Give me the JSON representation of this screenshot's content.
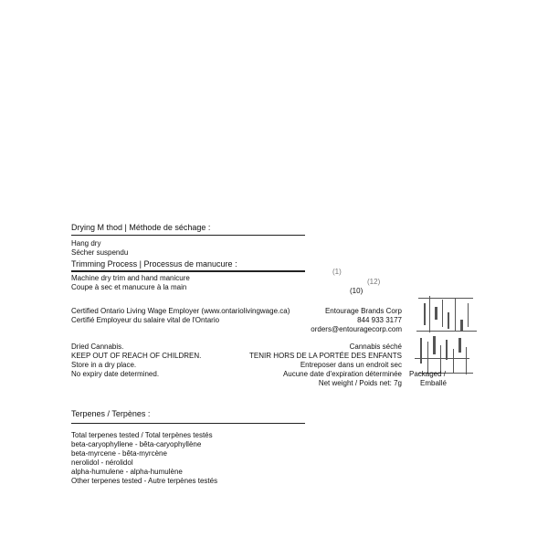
{
  "drying": {
    "heading": "Drying M thod | Méthode de séchage :",
    "lines": [
      "Hang dry",
      "Sécher suspendu"
    ]
  },
  "trimming": {
    "heading": "Trimming Process | Processus de manucure :",
    "lines": [
      "Machine dry trim and hand manicure",
      "Coupe à sec et manucure à la main"
    ]
  },
  "employer": {
    "lines": [
      "Certified Ontario Living Wage Employer (www.ontariolivingwage.ca)",
      "Certifié Employeur du salaire vital de l'Ontario"
    ]
  },
  "company": {
    "name": "Entourage Brands Corp",
    "phone": "844 933 3177",
    "email": "orders@entouragecorp.com"
  },
  "small_numbers": [
    "(1)",
    "(12)",
    "(10)"
  ],
  "warnings": {
    "lines": [
      "Dried Cannabis.",
      "KEEP OUT OF REACH OF CHILDREN.",
      "Store in a dry place.",
      "No expiry date determined."
    ]
  },
  "warnings_fr": {
    "lines": [
      "Cannabis séché",
      "TENIR HORS DE LA PORTÉE DES ENFANTS",
      "Entreposer dans un endroit sec",
      "Aucune date d'expiration déterminée",
      "Net weight / Poids net: 7g"
    ],
    "side": [
      "Packaged /",
      "Emballé"
    ]
  },
  "terpenes": {
    "heading": "Terpenes / Terpènes :",
    "lines": [
      "Total terpenes tested / Total terpènes testés",
      "beta-caryophyllene - bêta-caryophyllène",
      "beta-myrcene - bêta-myrcène",
      "nerolidol - nérolidol",
      "alpha-humulene - alpha-humulène",
      "Other terpenes tested - Autre terpènes testés"
    ]
  }
}
